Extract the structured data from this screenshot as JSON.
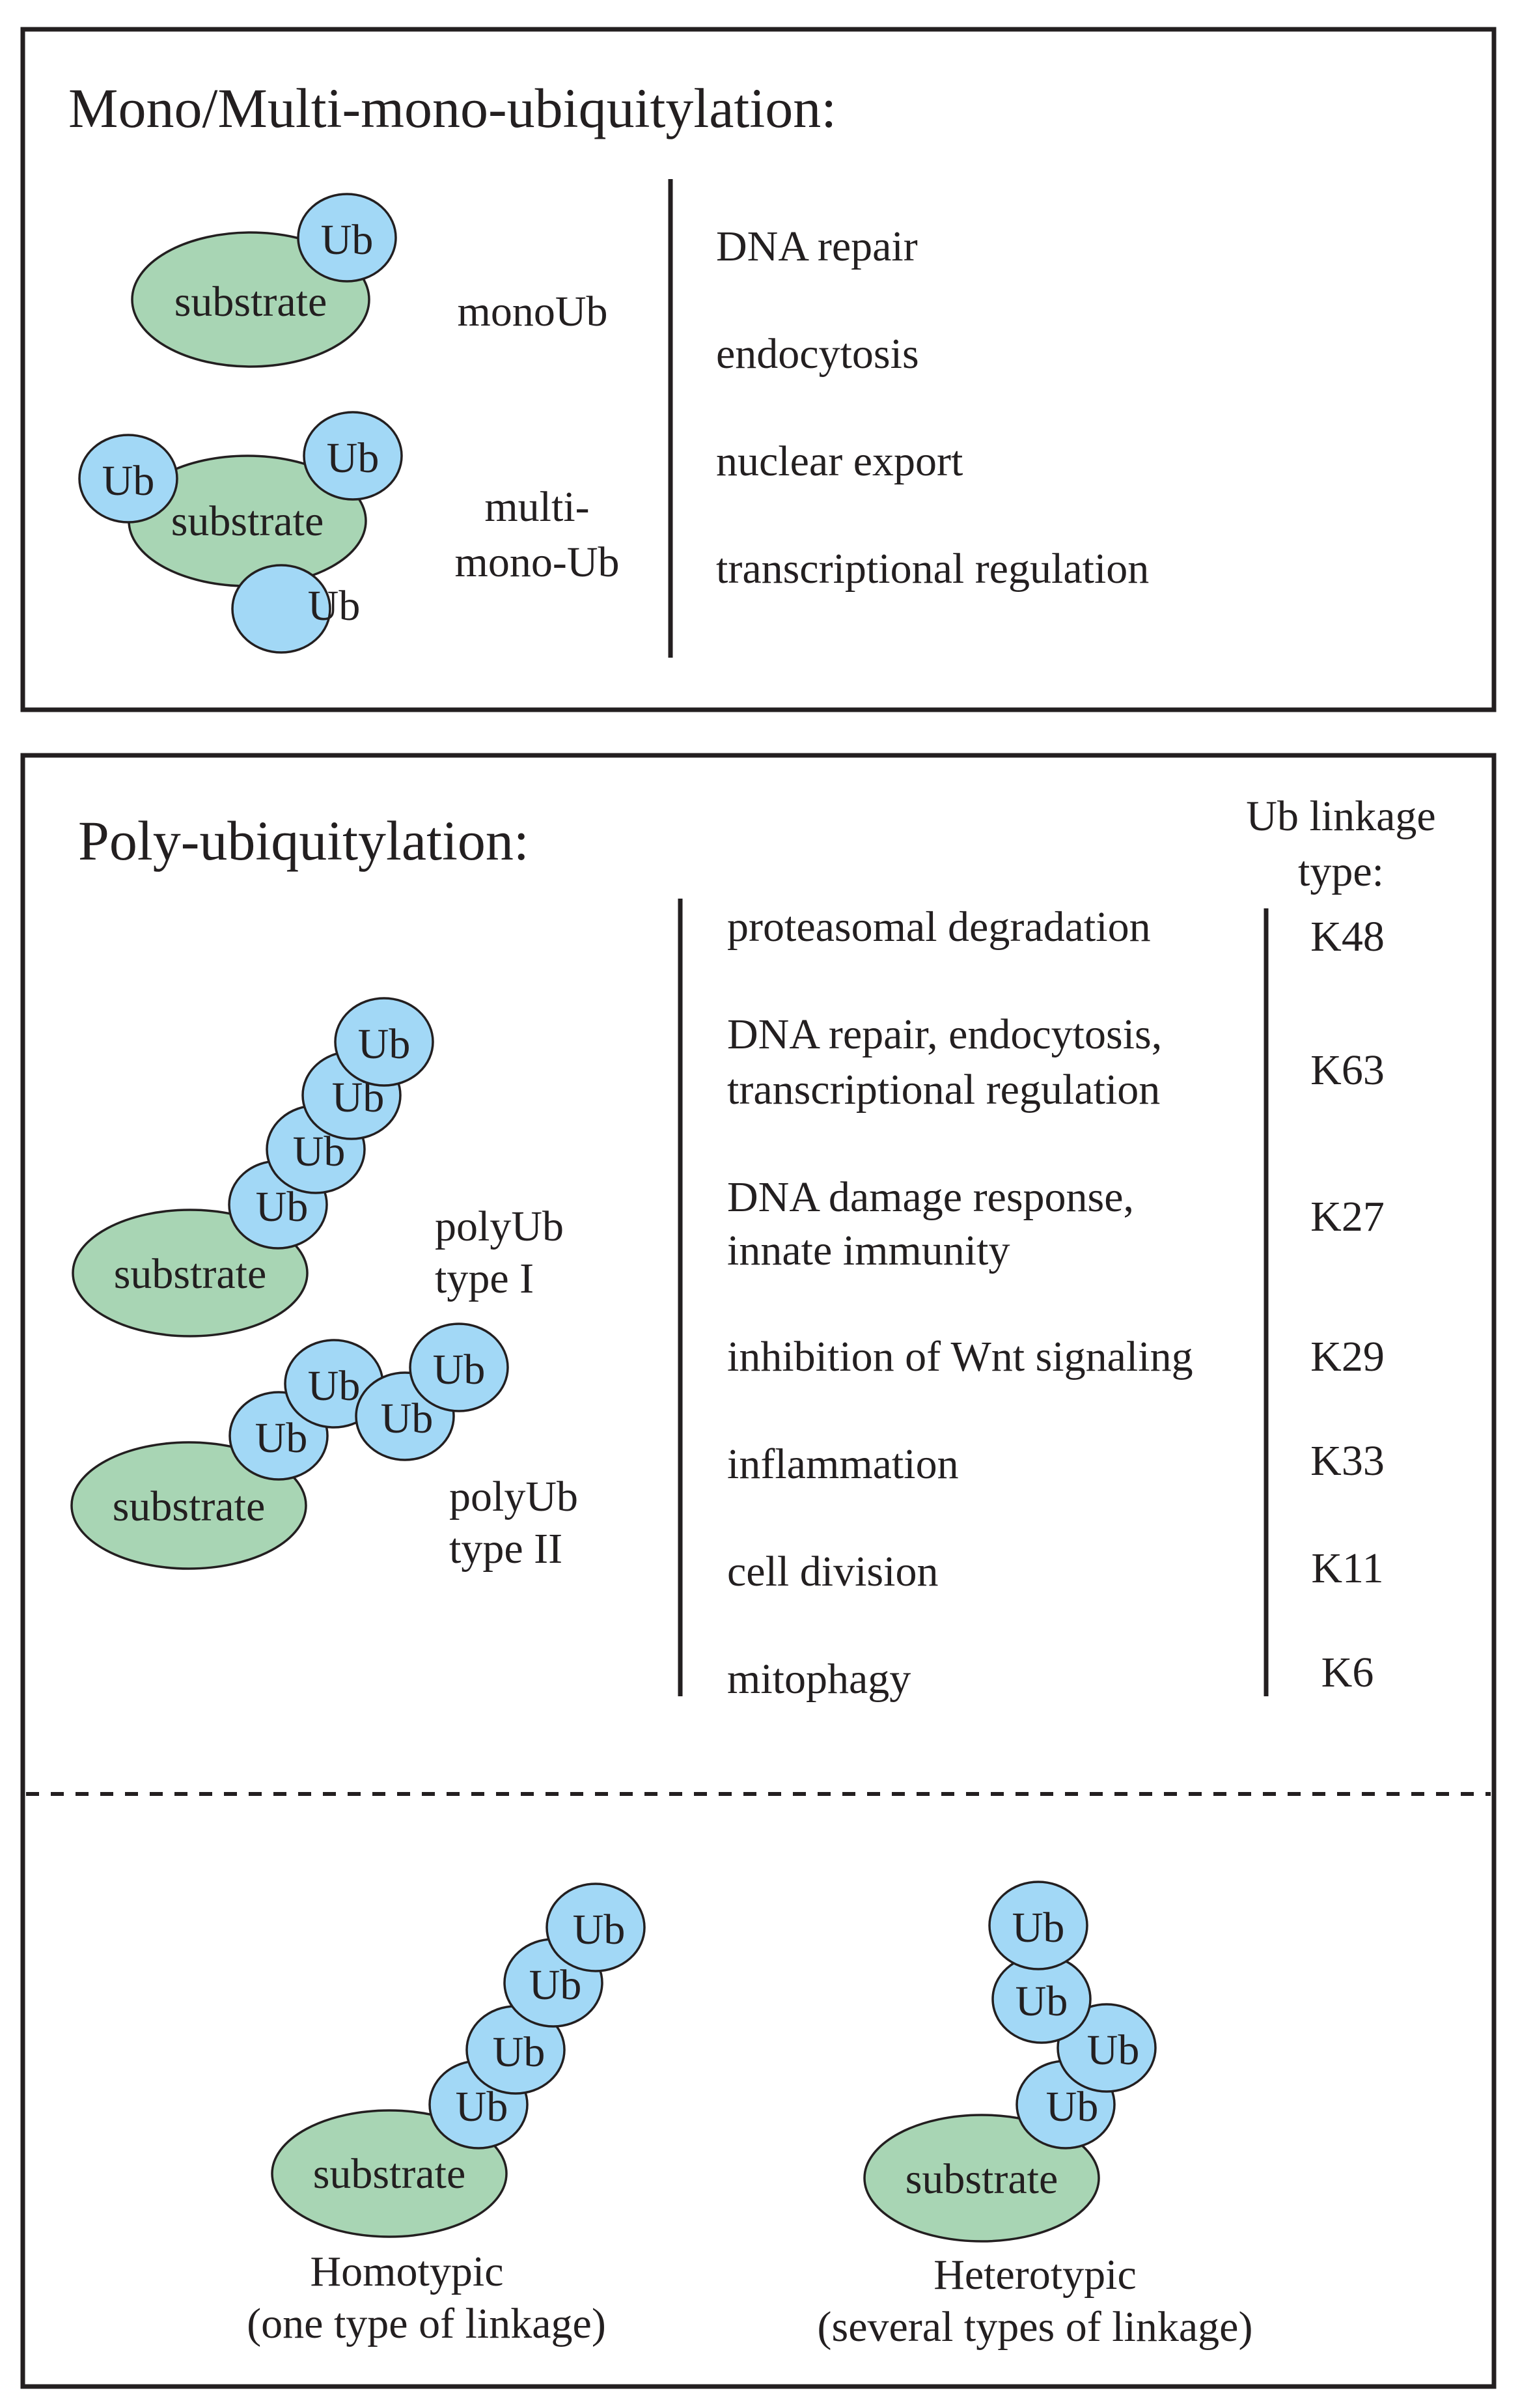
{
  "mono": {
    "title": "Mono/Multi-mono-ubiquitylation:",
    "substrate": "substrate",
    "ub": "Ub",
    "monoub_label": "monoUb",
    "multi_label_line1": "multi-",
    "multi_label_line2": "mono-Ub",
    "functions": [
      "DNA repair",
      "endocytosis",
      "nuclear export",
      "transcriptional regulation"
    ]
  },
  "poly": {
    "title": "Poly-ubiquitylation:",
    "linkage_header_line1": "Ub linkage",
    "linkage_header_line2": "type:",
    "substrate": "substrate",
    "ub": "Ub",
    "type1_line1": "polyUb",
    "type1_line2": "type I",
    "type2_line1": "polyUb",
    "type2_line2": "type II",
    "rows": [
      {
        "function_lines": [
          "proteasomal degradation"
        ],
        "linkage": "K48"
      },
      {
        "function_lines": [
          "DNA repair, endocytosis,",
          "transcriptional regulation"
        ],
        "linkage": "K63"
      },
      {
        "function_lines": [
          "DNA damage response,",
          "innate immunity"
        ],
        "linkage": "K27"
      },
      {
        "function_lines": [
          "inhibition of Wnt signaling"
        ],
        "linkage": "K29"
      },
      {
        "function_lines": [
          "inflammation"
        ],
        "linkage": "K33"
      },
      {
        "function_lines": [
          "cell division"
        ],
        "linkage": "K11"
      },
      {
        "function_lines": [
          "mitophagy"
        ],
        "linkage": "K6"
      }
    ]
  },
  "chains": {
    "substrate": "substrate",
    "ub": "Ub",
    "homotypic_line1": "Homotypic",
    "homotypic_line2": "(one type of linkage)",
    "heterotypic_line1": "Heterotypic",
    "heterotypic_line2": "(several types of linkage)"
  },
  "colors": {
    "substrate_fill": "#a8d5b4",
    "ub_fill": "#a2d8f6",
    "line": "#231f20"
  }
}
